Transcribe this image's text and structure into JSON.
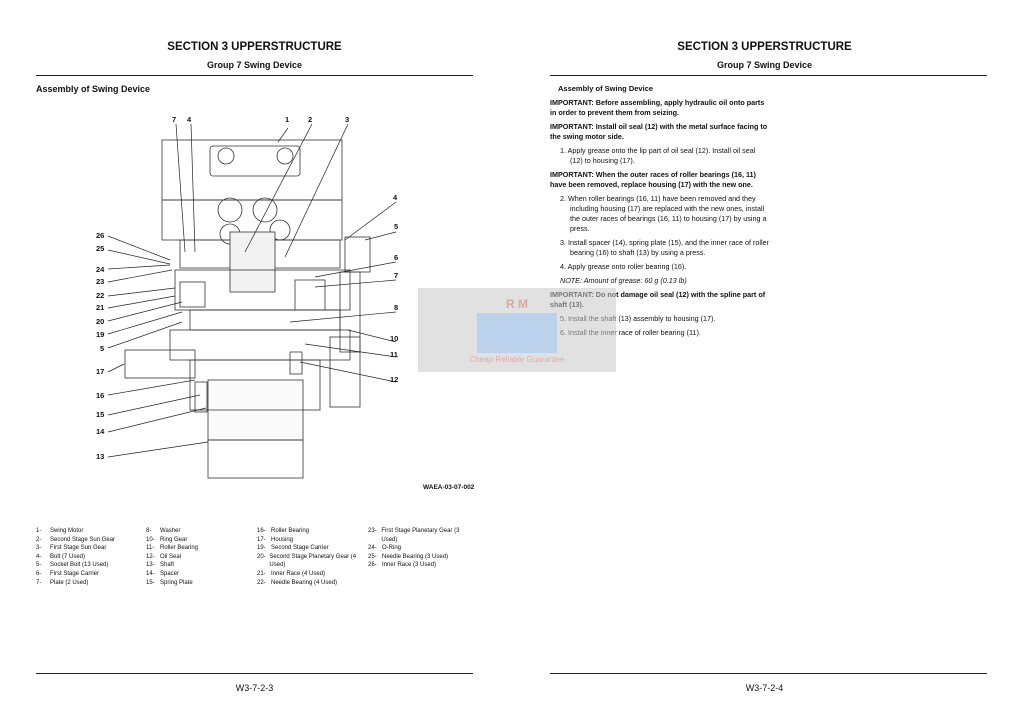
{
  "left_page": {
    "section": "SECTION 3 UPPERSTRUCTURE",
    "group": "Group 7 Swing Device",
    "title": "Assembly of Swing Device",
    "figure_code": "WAEA-03-07-002",
    "callouts": [
      "7",
      "4",
      "1",
      "2",
      "3",
      "4",
      "5",
      "6",
      "7",
      "8",
      "10",
      "11",
      "12",
      "26",
      "25",
      "24",
      "23",
      "22",
      "21",
      "20",
      "19",
      "5",
      "17",
      "16",
      "15",
      "14",
      "13"
    ],
    "legend": [
      [
        "1-",
        "Swing Motor"
      ],
      [
        "2-",
        "Second Stage Sun Gear"
      ],
      [
        "3-",
        "First Stage Sun Gear"
      ],
      [
        "4-",
        "Bolt (7 Used)"
      ],
      [
        "5-",
        "Socket Bolt (13 Used)"
      ],
      [
        "6-",
        "First Stage Carrier"
      ],
      [
        "7-",
        "Plate (2 Used)"
      ],
      [
        "8-",
        "Washer"
      ],
      [
        "10-",
        "Ring Gear"
      ],
      [
        "11-",
        "Roller Bearing"
      ],
      [
        "12-",
        "Oil Seal"
      ],
      [
        "13-",
        "Shaft"
      ],
      [
        "14-",
        "Spacer"
      ],
      [
        "15-",
        "Spring Plate"
      ],
      [
        "16-",
        "Roller Bearing"
      ],
      [
        "17-",
        "Housing"
      ],
      [
        "19-",
        "Second Stage Carrier"
      ],
      [
        "20-",
        "Second Stage Planetary Gear (4 Used)"
      ],
      [
        "21-",
        "Inner Race (4 Used)"
      ],
      [
        "22-",
        "Needle Bearing (4 Used)"
      ],
      [
        "23-",
        "First Stage Planetary Gear (3 Used)"
      ],
      [
        "24-",
        "O-Ring"
      ],
      [
        "25-",
        "Needle Bearing (3 Used)"
      ],
      [
        "26-",
        "Inner Race (3 Used)"
      ]
    ],
    "page_number": "W3-7-2-3"
  },
  "right_page": {
    "section": "SECTION 3 UPPERSTRUCTURE",
    "group": "Group 7 Swing Device",
    "title": "Assembly of Swing Device",
    "paragraphs": [
      {
        "type": "imp",
        "text": "IMPORTANT:   Before assembling, apply hydraulic oil onto parts in order to prevent them from seizing."
      },
      {
        "type": "imp",
        "text": "IMPORTANT:   Install oil seal (12) with the metal surface facing to the swing motor side."
      },
      {
        "type": "step",
        "text": "1. Apply grease onto the lip part of oil seal (12). Install oil seal (12) to housing (17)."
      },
      {
        "type": "imp",
        "text": "IMPORTANT:   When the outer races of roller bearings (16, 11) have been removed, replace housing (17) with the new one."
      },
      {
        "type": "step",
        "text": "2. When roller bearings (16, 11) have been removed and they including housing (17) are replaced with the new ones, install the outer races of bearings (16, 11) to housing (17) by using a press."
      },
      {
        "type": "step",
        "text": "3. Install spacer (14), spring plate (15), and the inner race of roller bearing (16) to shaft (13) by using a press."
      },
      {
        "type": "step",
        "text": "4. Apply grease onto roller bearing (16)."
      },
      {
        "type": "note",
        "text": "NOTE:   Amount of grease: 60 g (0.13 lb)"
      },
      {
        "type": "imp",
        "text": "IMPORTANT:   Do not damage oil seal (12) with the spline part of shaft (13)."
      },
      {
        "type": "step",
        "text": "5. Install the shaft (13) assembly to housing (17)."
      },
      {
        "type": "step",
        "text": "6. Install the inner race of roller bearing (11)."
      }
    ],
    "page_number": "W3-7-2-4"
  },
  "watermark": {
    "top": "R M",
    "bottom": "Cheap Reliable Guarantee"
  }
}
